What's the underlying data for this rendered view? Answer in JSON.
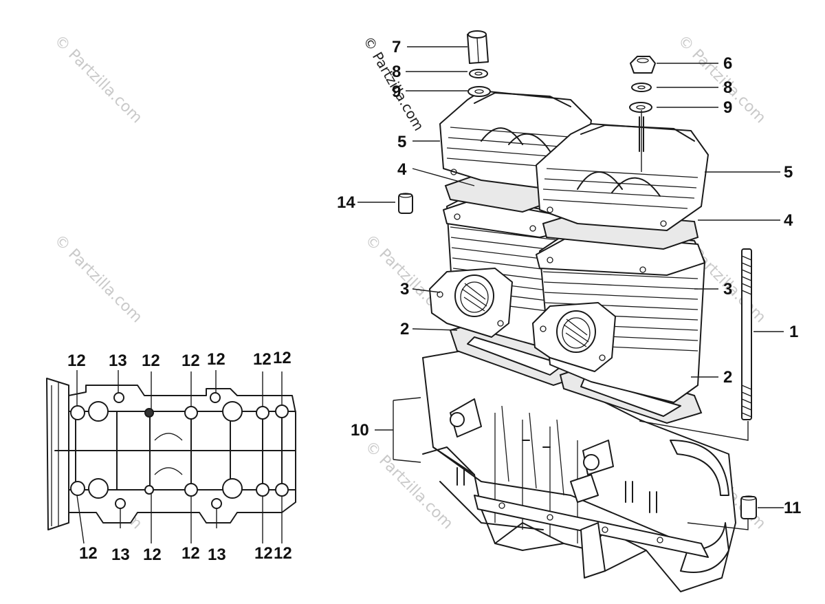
{
  "watermark": "© Partzilla.com",
  "callouts": [
    {
      "id": "c1",
      "label": "1"
    },
    {
      "id": "c2a",
      "label": "2"
    },
    {
      "id": "c2b",
      "label": "2"
    },
    {
      "id": "c3a",
      "label": "3"
    },
    {
      "id": "c3b",
      "label": "3"
    },
    {
      "id": "c4a",
      "label": "4"
    },
    {
      "id": "c4b",
      "label": "4"
    },
    {
      "id": "c5a",
      "label": "5"
    },
    {
      "id": "c5b",
      "label": "5"
    },
    {
      "id": "c6",
      "label": "6"
    },
    {
      "id": "c7",
      "label": "7"
    },
    {
      "id": "c8a",
      "label": "8"
    },
    {
      "id": "c8b",
      "label": "8"
    },
    {
      "id": "c9a",
      "label": "9"
    },
    {
      "id": "c9b",
      "label": "9"
    },
    {
      "id": "c10",
      "label": "10"
    },
    {
      "id": "c11",
      "label": "11"
    },
    {
      "id": "c14",
      "label": "14"
    }
  ],
  "inset_callouts_top": [
    "12",
    "13",
    "12",
    "12",
    "12",
    "12",
    "12"
  ],
  "inset_callouts_bottom": [
    "12",
    "13",
    "12",
    "12",
    "13",
    "12",
    "12"
  ]
}
